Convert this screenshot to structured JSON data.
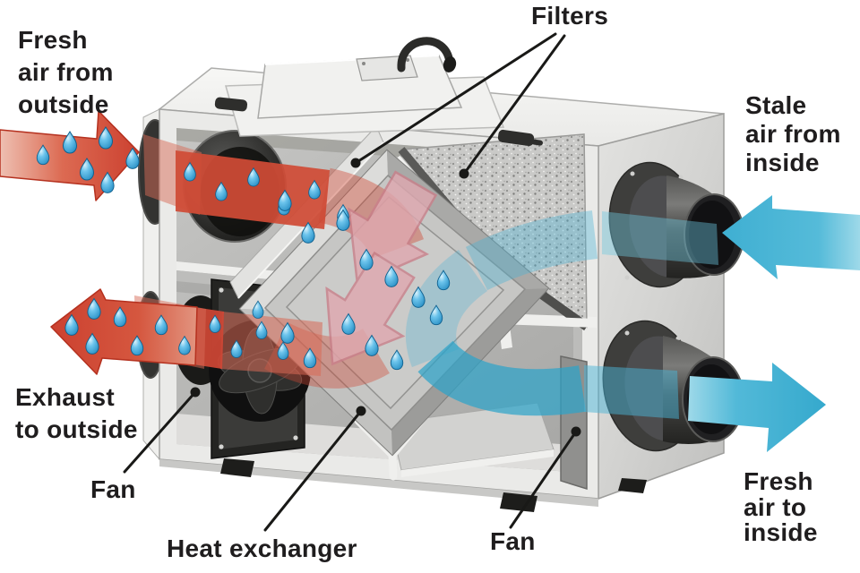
{
  "figure": {
    "type": "cutaway-diagram",
    "subject": "Heat recovery ventilator airflow diagram"
  },
  "labels": {
    "fresh_air_from_outside": {
      "lines": [
        "Fresh",
        "air from",
        "outside"
      ]
    },
    "filters": {
      "lines": [
        "Filters"
      ]
    },
    "stale_air_from_inside": {
      "lines": [
        "Stale",
        "air from",
        "inside"
      ]
    },
    "exhaust_to_outside": {
      "lines": [
        "Exhaust",
        "to outside"
      ]
    },
    "fan_left": {
      "lines": [
        "Fan"
      ]
    },
    "heat_exchanger": {
      "lines": [
        "Heat exchanger"
      ]
    },
    "fan_right": {
      "lines": [
        "Fan"
      ]
    },
    "fresh_air_to_inside": {
      "lines": [
        "Fresh",
        "air to",
        "inside"
      ]
    }
  },
  "flows": [
    {
      "name": "fresh-air-intake",
      "color": "#cc4130",
      "direction": "into unit from upper left"
    },
    {
      "name": "exhaust-outlet",
      "color": "#cc4130",
      "direction": "out of unit to lower left"
    },
    {
      "name": "stale-air-intake",
      "color": "#3fafd2",
      "direction": "into unit from upper right"
    },
    {
      "name": "fresh-air-supply",
      "color": "#3fafd2",
      "direction": "out of unit to lower right"
    }
  ],
  "colors": {
    "warm_air": "#cc4130",
    "warm_air_light": "#e7a493",
    "cool_air": "#3fafd2",
    "cool_air_light": "#8fd2e4",
    "moisture_droplet": "#2f9fd6",
    "core_arrow": "#dfa8b0",
    "core_arrow_stroke": "#c97f8a",
    "cabinet": "#eaeae8",
    "cabinet_shadow": "#c6c6c4",
    "port_dark": "#2e2e2c",
    "label_text": "#1f1d1e",
    "leader_line": "#191917"
  }
}
